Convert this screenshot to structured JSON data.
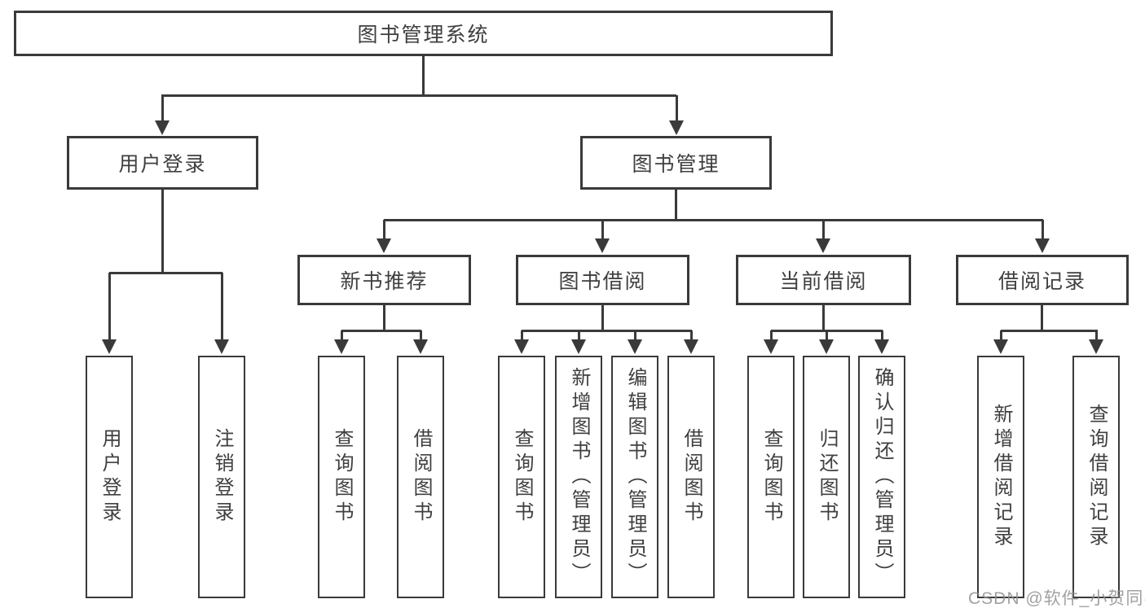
{
  "diagram": {
    "root": {
      "label": "图书管理系统"
    },
    "level2": [
      {
        "label": "用户登录",
        "children": [
          {
            "label": "用户登录"
          },
          {
            "label": "注销登录"
          }
        ]
      },
      {
        "label": "图书管理",
        "children": [
          {
            "label": "新书推荐",
            "children": [
              {
                "label": "查询图书"
              },
              {
                "label": "借阅图书"
              }
            ]
          },
          {
            "label": "图书借阅",
            "children": [
              {
                "label": "查询图书"
              },
              {
                "label": "新增图书（管理员）"
              },
              {
                "label": "编辑图书（管理员）"
              },
              {
                "label": "借阅图书"
              }
            ]
          },
          {
            "label": "当前借阅",
            "children": [
              {
                "label": "查询图书"
              },
              {
                "label": "归还图书"
              },
              {
                "label": "确认归还（管理员）"
              }
            ]
          },
          {
            "label": "借阅记录",
            "children": [
              {
                "label": "新增借阅记录"
              },
              {
                "label": "查询借阅记录"
              }
            ]
          }
        ]
      }
    ]
  },
  "watermark": {
    "text": "CSDN @软件_小贺同学"
  },
  "colors": {
    "line": "#3a3a3a",
    "text": "#3f3f3f",
    "background": "#ffffff",
    "watermark": "#919191"
  }
}
